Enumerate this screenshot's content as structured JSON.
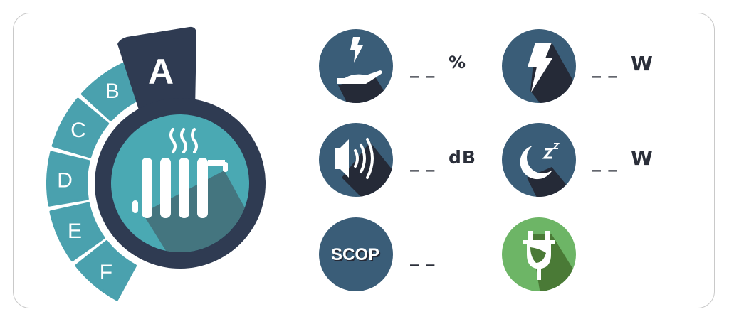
{
  "label": {
    "current_class": "A",
    "classes": [
      "B",
      "C",
      "D",
      "E",
      "F"
    ],
    "colors": {
      "dark": "#2f3b52",
      "teal": "#4aa9b3",
      "segment": "#4aa1ae",
      "icon_bg": "#3a5d78",
      "icon_shadow": "#252a37",
      "green": "#6db566",
      "green_shadow": "#4a7a36"
    }
  },
  "metrics": [
    {
      "icon": "hand-energy-icon",
      "placeholder": "_ _",
      "unit": "%"
    },
    {
      "icon": "lightning-icon",
      "placeholder": "_ _",
      "unit": "W"
    },
    {
      "icon": "speaker-sound-icon",
      "placeholder": "_ _",
      "unit": "dB"
    },
    {
      "icon": "moon-sleep-icon",
      "placeholder": "_ _",
      "unit": "W"
    },
    {
      "icon": "scop-icon",
      "label": "SCOP",
      "placeholder": "_ _"
    },
    {
      "icon": "eco-plug-icon"
    }
  ]
}
